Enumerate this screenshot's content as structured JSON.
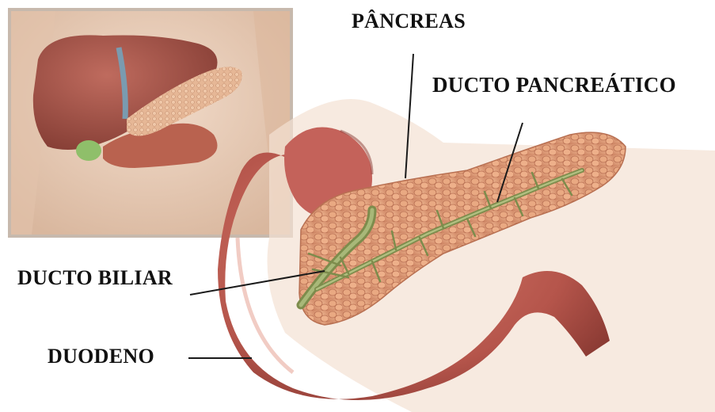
{
  "labels": {
    "pancreas": "PÂNCREAS",
    "pancreatic_duct": "DUCTO PANCREÁTICO",
    "bile_duct": "DUCTO BILIAR",
    "duodenum": "DUODENO"
  },
  "colors": {
    "duodenum": "#b5554b",
    "pancreas": "#e4a27e",
    "duct": "#8c9c5a",
    "liver": "#9a4a40",
    "gallbladder": "#8fbf6a",
    "skin": "#e9cdb6"
  }
}
